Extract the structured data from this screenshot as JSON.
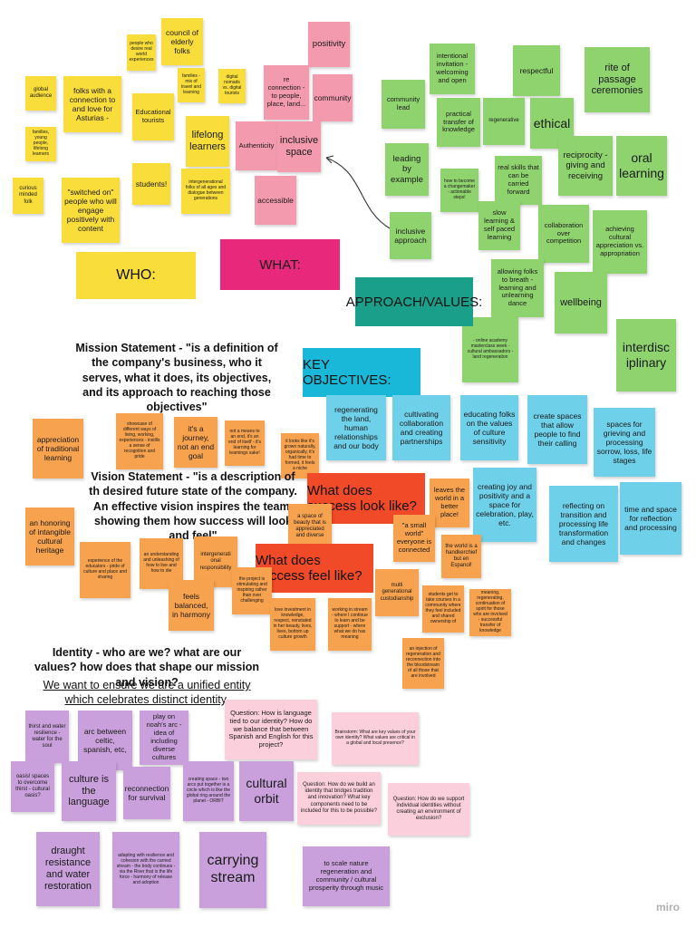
{
  "watermark": "miro",
  "headers": {
    "who": "WHO:",
    "what": "WHAT:",
    "approach": "APPROACH/VALUES:",
    "key_objectives": "KEY OBJECTIVES:",
    "success_look": "What does success look like?",
    "success_feel": "What does success feel like?"
  },
  "statements": {
    "mission": "Mission Statement - \"is a definition of the company's business, who it serves, what it does, its objectives, and its approach to reaching those objectives\"",
    "vision": "Vision Statement - \"is a description of th desired future state of the company. An effective vision inspires the team, showing them how success will look and feel\"",
    "identity_title": "Identity - who are we? what are our values? how does that shape our mission and vision?",
    "identity_subtitle": "We want to ensure we are a unified entity which celebrates distinct identity."
  },
  "notes": {
    "who": {
      "people_world": "people who desire real world experiences",
      "council": "council of elderly folks",
      "families_mix": "families - mix of travel and learning",
      "digital_nomads": "digital nomads vs. digital tourists",
      "global": "global audience",
      "folks_asturias": "folks with a connection to and love for Asturias -",
      "educational": "Educational tourists",
      "lifelong": "lifelong learners",
      "families_young": "families, young people, lifelong learners",
      "students": "students!",
      "intergen": "intergenerational folks of all ages and dialogue between generations",
      "curious": "curious minded folk",
      "switched_on": "\"switched on\" people who will engage positively with content"
    },
    "what": {
      "positivity": "positivity",
      "re_connection": "re connection - to people, place, land...",
      "community": "community",
      "authenticity": "Authenticity",
      "inclusive_space": "inclusive space",
      "accessible": "accessible"
    },
    "approach": {
      "intentional": "intentional invitation - welcoming and open",
      "respectful": "respectful",
      "rite": "rite of passage ceremonies",
      "community_lead": "community lead",
      "practical": "practical transfer of knowledge",
      "regenerative": "regenerative",
      "ethical": "ethical",
      "reciprocity": "reciprocity - giving and receiving",
      "oral": "oral learning",
      "leading": "leading by example",
      "changemaker": "how to become a changemaker - actionable steps!",
      "real_skills": "real skills that can be carried forward",
      "slow": "slow learning & self paced learning",
      "collaboration": "collaboration over competition",
      "appreciation": "achieving cultural appreciation vs. appropriation",
      "inclusive_approach": "inclusive approach",
      "breath": "allowing folks to breath - learning and unlearning dance",
      "wellbeing": "wellbeing",
      "online": "- online academy masterclass week - cultural ambassadors - land regeneration",
      "interdisc": "interdisc iplinary"
    },
    "objectives": {
      "regenerating": "regenerating the land, human relationships and our body",
      "cultivating": "cultivating collaboration and creating partnerships",
      "educating": "educating folks on the values of culture sensitivity",
      "create_spaces": "create spaces that allow people to find their calling",
      "grieving": "spaces for grieving and processing sorrow, loss, life stages",
      "joy": "creating joy and positivity and a space for celebration, play, etc.",
      "reflecting": "reflecting on transition and processing life transformation and changes",
      "time_space": "time and space for reflection and processing"
    },
    "success": {
      "trad_learning": "appreciation of traditional learning",
      "showcase": "showcase of different ways of living, working, experiences - instills a sense of recognition and pride",
      "journey": "it's a journey, not an end goal",
      "not_means": "not a means to an end, it's an end of itself - it's learning for learnings sake!",
      "grows": "it looks like it's grown naturally, organically, it's had time to formed, it feels a niche",
      "leaves_world": "leaves the world in a better place!",
      "honoring": "an honoring of intangible cultural heritage",
      "beauty": "a space of beauty that is appreciated and diverse",
      "small_world": "\"a small world\" everyone is connected",
      "handkerchief": "the world is a handkerchief but en Espanol!",
      "educators": "experience of the educators - pride of culture and place and sharing",
      "understanding": "an understanding and unleashing of how to live and how to die",
      "intergen_resp": "intergenerati onal responsibility",
      "stimulating": "the project is stimulating and inspiring rather than over challenging",
      "balanced": "feels balanced, in harmony",
      "multigen": "multi generational custodianship",
      "students_courses": "students get to take courses in a community where they feel included and shared ownership of",
      "meaning": "meaning, regenerating, continuation of spirit for those who are involved - successful transfer of knowledge",
      "investment": "love investment in knowledge, respect, reinstated in her beauty, lives, lives, bottom up culture growth",
      "stream": "working in stream - where I continue to learn and be support - where what we do has meaning",
      "injection": "an injection of regeneration and reconnection into the bloodstream of all those that are involved"
    },
    "identity": {
      "thirst": "thirst and water resilience - water for the soul",
      "arc": "arc between celtic, spanish, etc,",
      "noah": "play on noah's arc - idea of including diverse cultures",
      "q_language": "Question: How is language tied to our identity? How do we balance that between Spanish and English for this project?",
      "brainstorm": "Brainstorm: What are key values of your own identity? What values are critical in a global and local presence?",
      "oasis": "oasis! spaces to overcome thirst - cultural oasis?",
      "culture_lang": "culture is the language",
      "reconnection": "reconnection for survival",
      "creating_space": "creating space - two arcs put together is a circle which is like the global ring around the planet - ORBIT",
      "orbit": "cultural orbit",
      "q_bridge": "Question: How do we build an identity that bridges tradition and innovation? What key components need to be included for this to be possible?",
      "q_support": "Question: How do we support individual identities without creating an environment of exclusion?",
      "draught": "draught resistance and water restoration",
      "adapting": "adapting with resilience and cohesion with the carried stream - the body continues - via the River that is the life force - harmony of release and adoption",
      "carrying": "carrying stream",
      "scale": "to scale nature regeneration and community / cultural prosperity through music"
    }
  }
}
